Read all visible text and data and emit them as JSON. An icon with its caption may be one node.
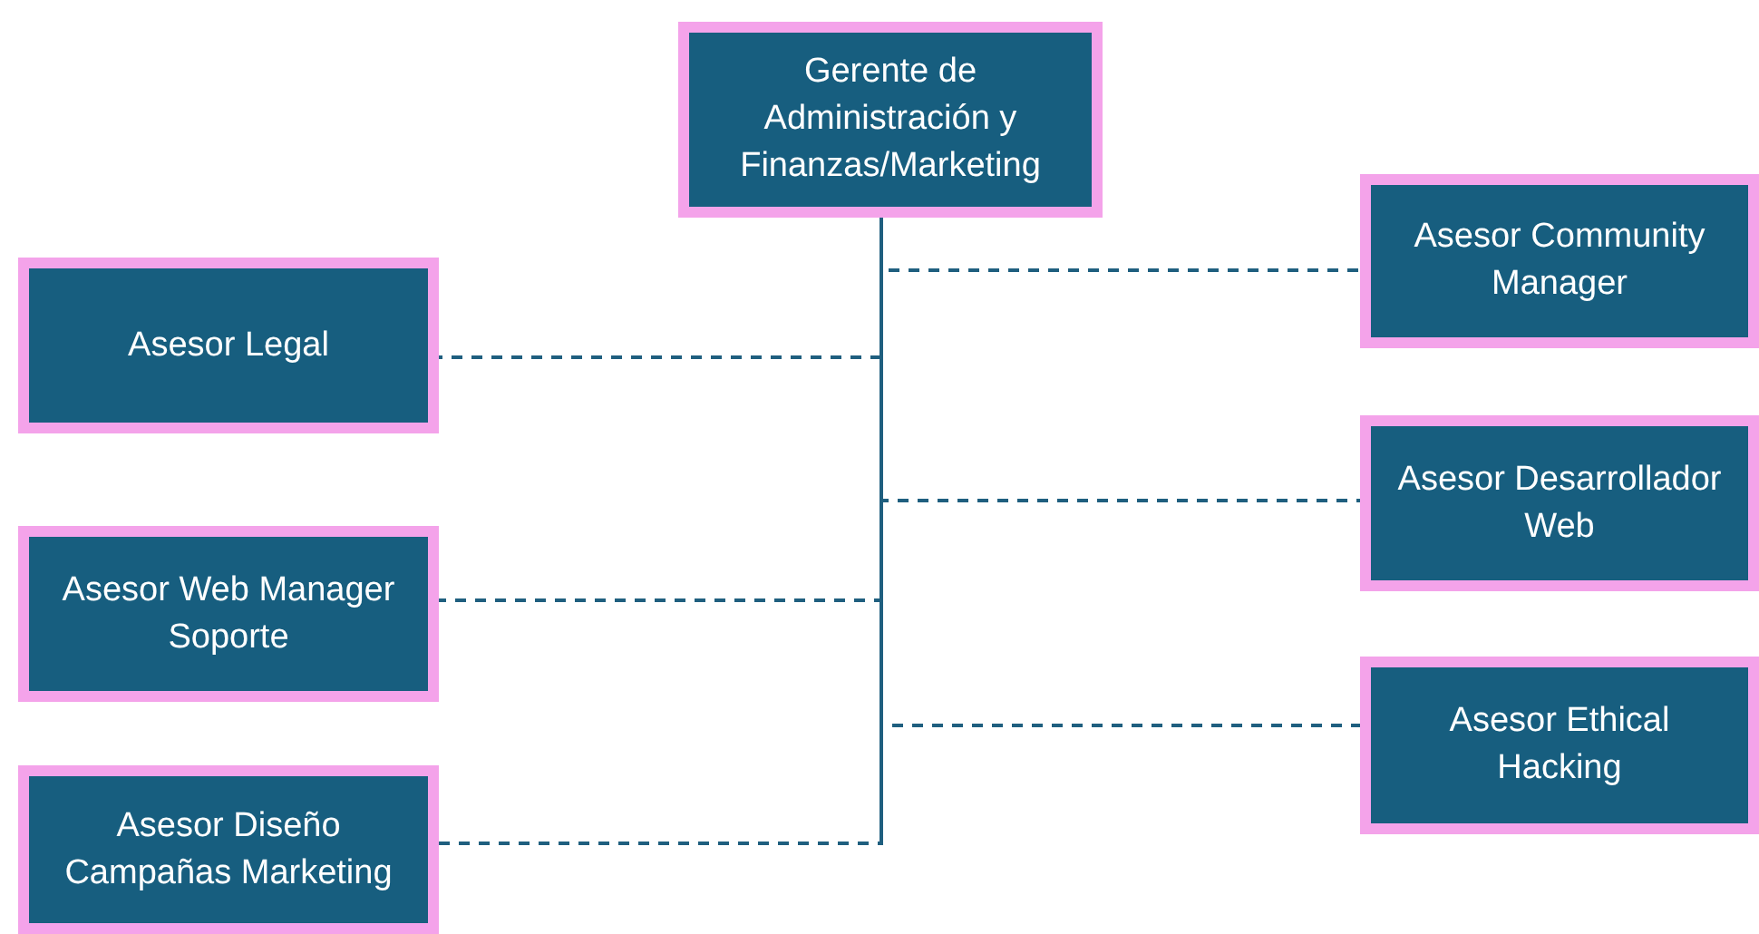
{
  "diagram": {
    "nodes": [
      {
        "text": [
          "Gerente de Administración y Finanzas/Marketing"
        ]
      },
      {
        "text": [
          "Asesor Community Manager"
        ]
      },
      {
        "text": [
          "Asesor Legal"
        ]
      },
      {
        "text": [
          "Asesor Desarrollador Web"
        ]
      },
      {
        "text": [
          "Asesor Web Manager Soporte"
        ]
      },
      {
        "text": [
          "Asesor Ethical Hacking"
        ]
      },
      {
        "text": [
          "Asesor Diseño Campañas Marketing"
        ]
      }
    ],
    "edges": [
      {
        "from": 0,
        "to": 1,
        "arrow": "none",
        "style": "dashed"
      },
      {
        "from": 0,
        "to": 2,
        "arrow": "none",
        "style": "dashed"
      },
      {
        "from": 0,
        "to": 3,
        "arrow": "none",
        "style": "dashed"
      },
      {
        "from": 0,
        "to": 4,
        "arrow": "none",
        "style": "dashed"
      },
      {
        "from": 0,
        "to": 5,
        "arrow": "none",
        "style": "dashed"
      },
      {
        "from": 0,
        "to": 6,
        "arrow": "none",
        "style": "dashed"
      }
    ]
  }
}
